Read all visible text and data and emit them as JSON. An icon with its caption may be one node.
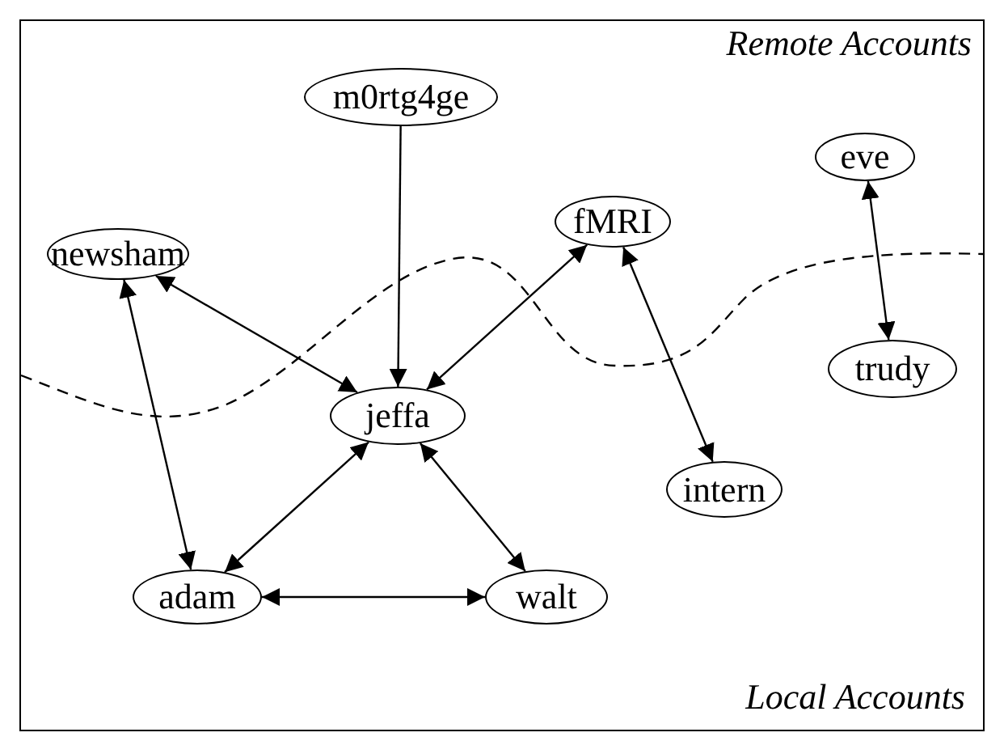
{
  "diagram": {
    "nodes": [
      {
        "text": [
          "m0rtg4ge"
        ]
      },
      {
        "text": [
          "eve"
        ]
      },
      {
        "text": [
          "fMRI"
        ]
      },
      {
        "text": [
          "newsham"
        ]
      },
      {
        "text": [
          "trudy"
        ]
      },
      {
        "text": [
          "jeffa"
        ]
      },
      {
        "text": [
          "intern"
        ]
      },
      {
        "text": [
          "adam"
        ]
      },
      {
        "text": [
          "walt"
        ]
      }
    ],
    "edges": [
      {
        "from": 0,
        "to": 5,
        "arrow": "to"
      },
      {
        "from": 1,
        "to": 4,
        "arrow": "both"
      },
      {
        "from": 2,
        "to": 5,
        "arrow": "both"
      },
      {
        "from": 3,
        "to": 5,
        "arrow": "both"
      },
      {
        "from": 2,
        "to": 6,
        "arrow": "both"
      },
      {
        "from": 3,
        "to": 7,
        "arrow": "both"
      },
      {
        "from": 5,
        "to": 7,
        "arrow": "both"
      },
      {
        "from": 5,
        "to": 8,
        "arrow": "both"
      },
      {
        "from": 7,
        "to": 8,
        "arrow": "both"
      }
    ],
    "labels": [
      "Remote Accounts",
      "Local Accounts"
    ]
  }
}
